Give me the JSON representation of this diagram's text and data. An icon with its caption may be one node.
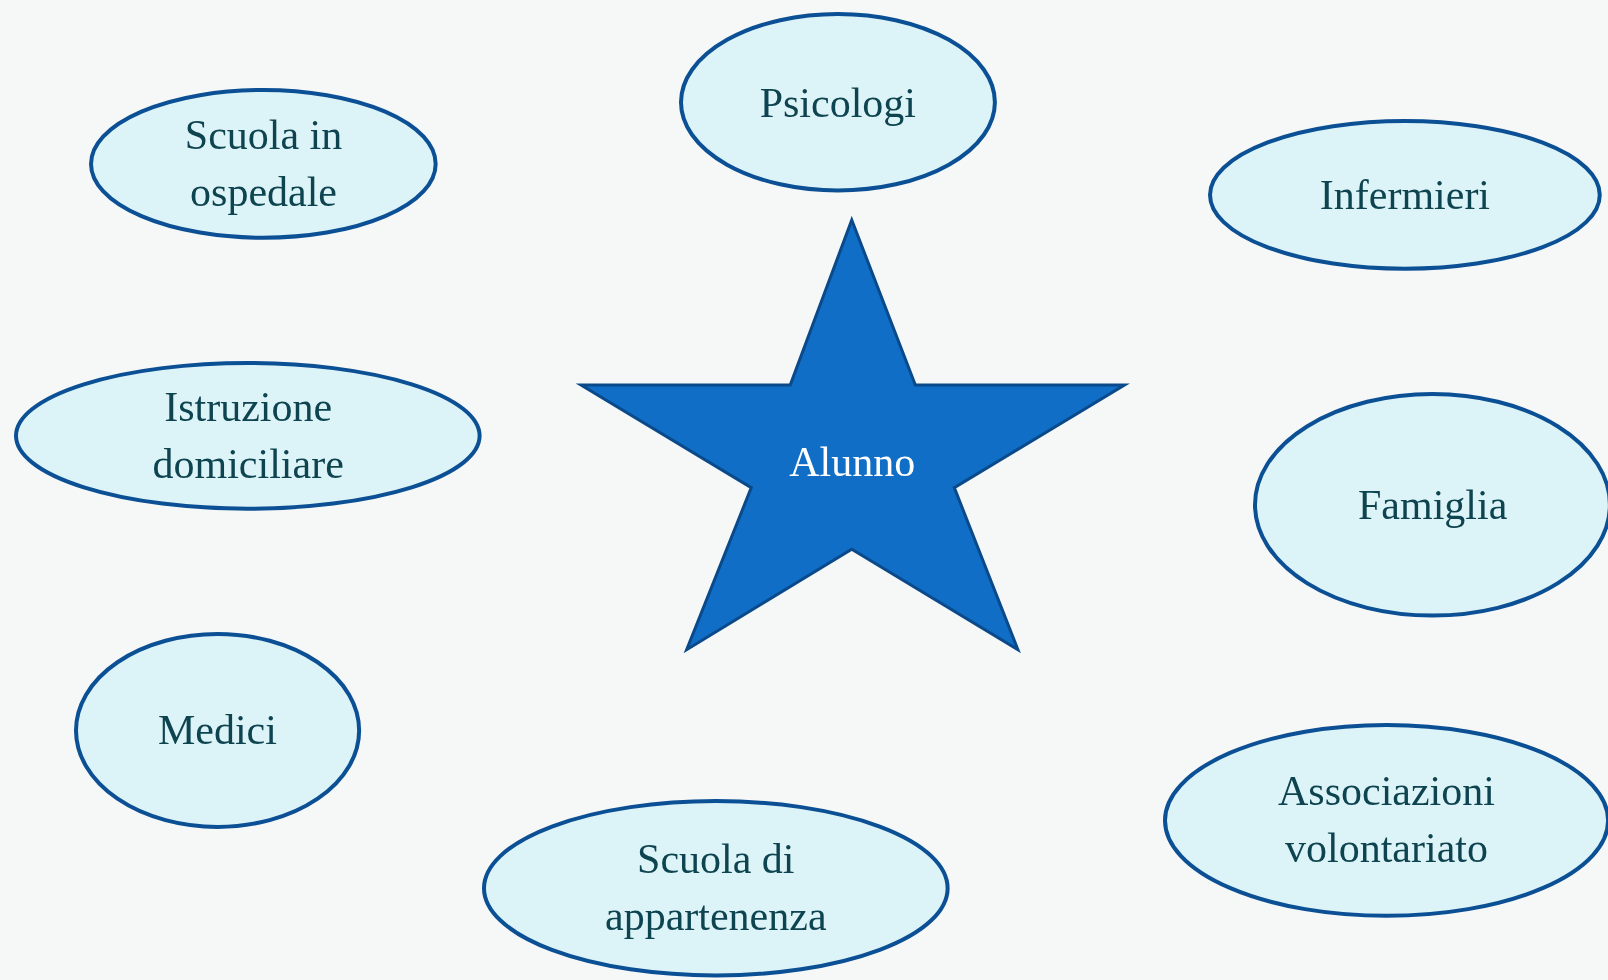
{
  "diagram": {
    "nodes": [
      {
        "text": [
          "Psicologi"
        ]
      },
      {
        "text": [
          "Scuola in ospedale"
        ]
      },
      {
        "text": [
          "Infermieri"
        ]
      },
      {
        "text": [
          "Istruzione domiciliare"
        ]
      },
      {
        "text": [
          "Alunno"
        ]
      },
      {
        "text": [
          "Famiglia"
        ]
      },
      {
        "text": [
          "Medici"
        ]
      },
      {
        "text": [
          "Associazioni volontariato"
        ]
      },
      {
        "text": [
          "Scuola di appartenenza"
        ]
      }
    ]
  }
}
